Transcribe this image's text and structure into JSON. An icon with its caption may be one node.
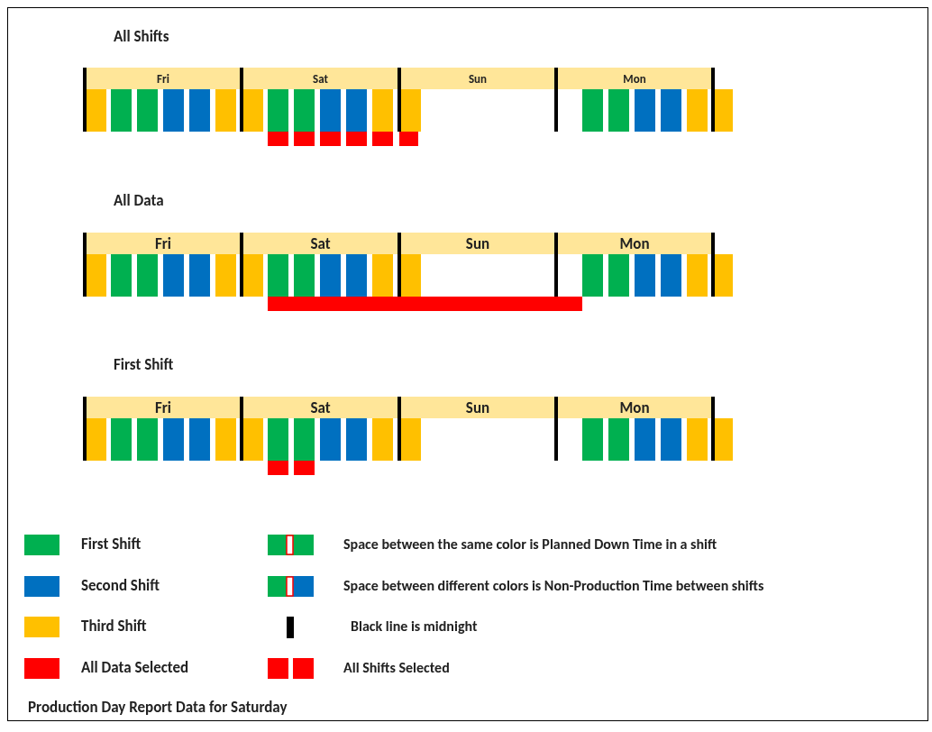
{
  "diagram": {
    "caption": "Production Day Report Data for Saturday",
    "nodes": [
      {
        "text": [
          "Fri"
        ]
      },
      {
        "text": [
          "Sat"
        ]
      },
      {
        "text": [
          "Sun"
        ]
      },
      {
        "text": [
          "Mon"
        ]
      },
      {
        "text": [
          "Fri"
        ]
      },
      {
        "text": [
          "Sat"
        ]
      },
      {
        "text": [
          "Sun"
        ]
      },
      {
        "text": [
          "Mon"
        ]
      },
      {
        "text": [
          "Fri"
        ]
      },
      {
        "text": [
          "Sat"
        ]
      },
      {
        "text": [
          "Sun"
        ]
      },
      {
        "text": [
          "Mon"
        ]
      }
    ],
    "edges": [],
    "labels": [
      "All Shifts",
      "All Data",
      "First Shift"
    ],
    "legend": [
      {
        "text": "First Shift",
        "color": "#00b050"
      },
      {
        "text": "Space between the same color is Planned Down Time in a shift"
      },
      {
        "text": "Second Shift",
        "color": "#0070c0"
      },
      {
        "text": "Space between different colors is Non-Production Time between shifts"
      },
      {
        "text": "Third Shift",
        "color": "#ffc000"
      },
      {
        "text": "Black line is midnight"
      },
      {
        "text": "All Data Selected",
        "color": "#ff0000"
      },
      {
        "text": "All Shifts Selected"
      }
    ]
  }
}
